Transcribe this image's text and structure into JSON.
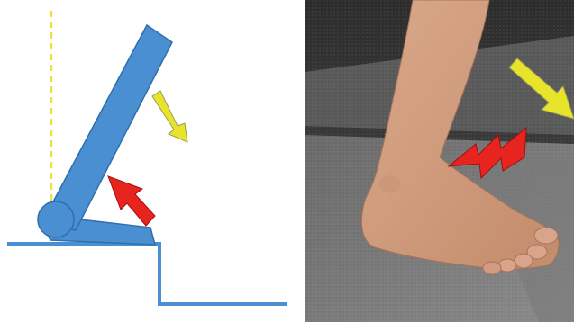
{
  "panels": [
    {
      "id": "diagram",
      "description_name": "ankle-lever-diagram",
      "elements": {
        "step_outline_icon": "stair-step-outline",
        "foot_segment_icon": "foot-bar",
        "leg_segment_icon": "shin-bar",
        "joint_icon": "ankle-joint-circle",
        "reference_line_icon": "vertical-reference-dashed-line",
        "rotation_arrow_icon": "yellow-down-right-arrow",
        "force_arrow_icon": "red-up-left-arrow"
      }
    },
    {
      "id": "photo",
      "description_name": "foot-on-stair-photo",
      "elements": {
        "motion_arrow_icon": "yellow-down-right-arrow",
        "pain_marker_icon": "red-lightning-bolt"
      }
    }
  ],
  "colors": {
    "segment_blue": "#4a8fd1",
    "segment_stroke": "#2f6fae",
    "step_blue": "#4a8fd1",
    "reference_yellow": "#f0e040",
    "arrow_yellow": "#e8e42a",
    "arrow_red": "#e8241e"
  }
}
